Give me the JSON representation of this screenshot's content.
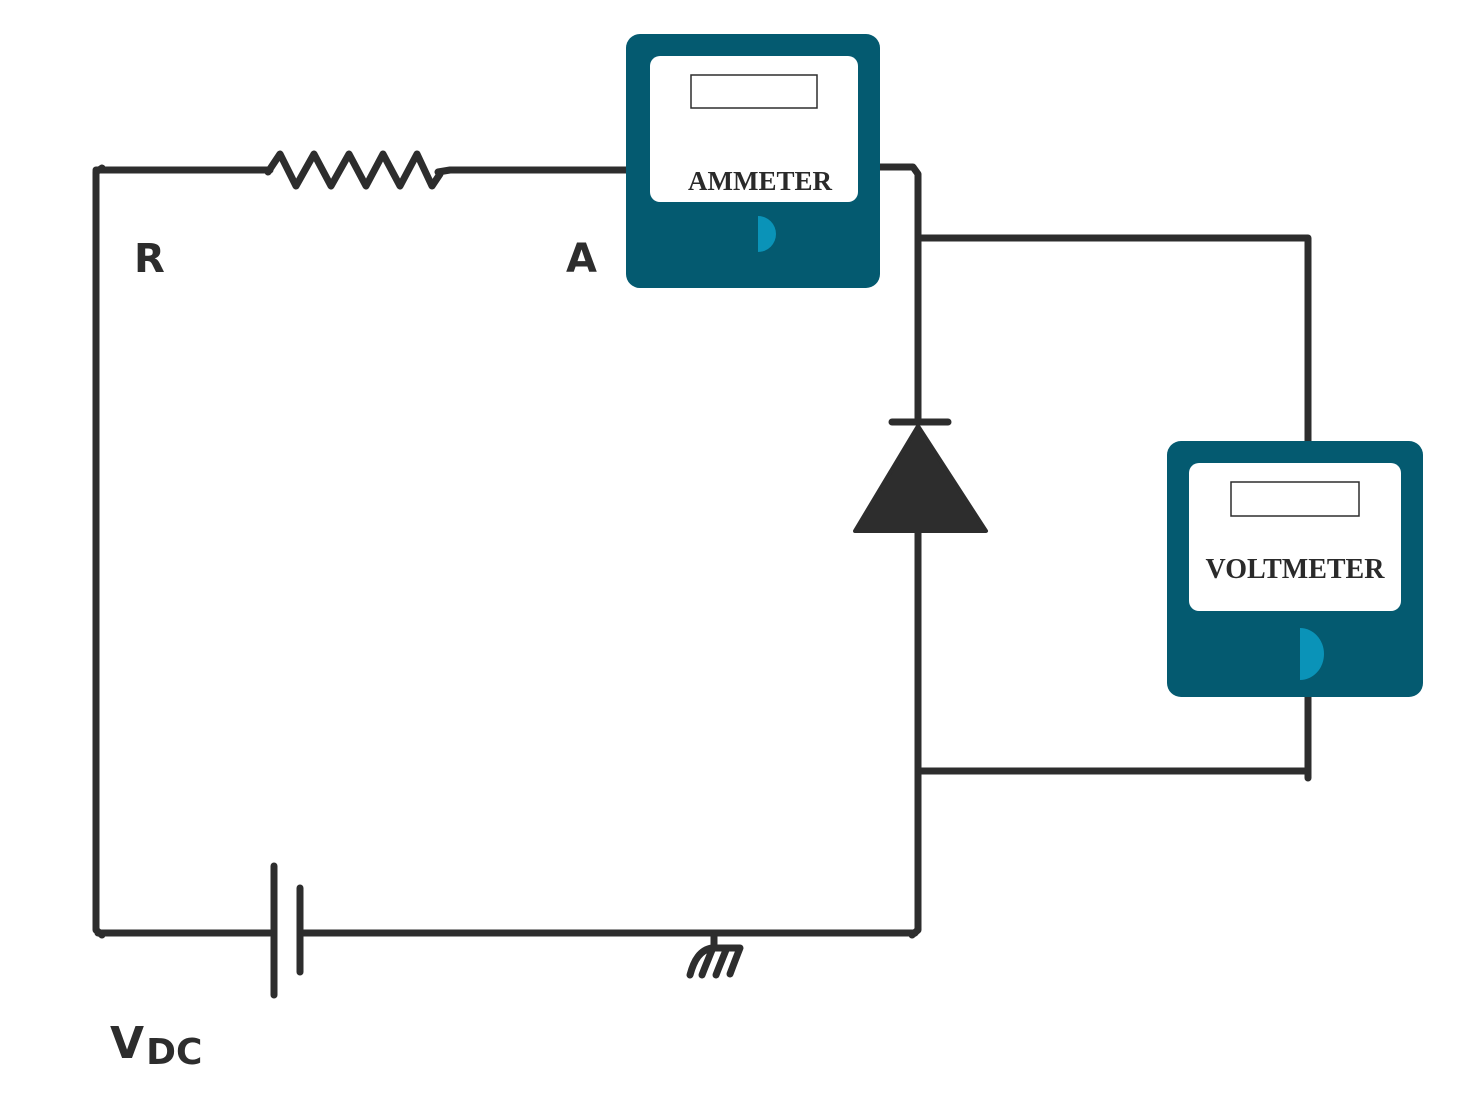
{
  "diagram": {
    "labels": {
      "resistor": "R",
      "ammeter_node": "A",
      "source_main": "V",
      "source_sub": "DC"
    },
    "ammeter": {
      "label": "AMMETER"
    },
    "voltmeter": {
      "label": "VOLTMETER"
    },
    "colors": {
      "wire": "#2d2d2d",
      "meter_case": "#045a70",
      "meter_knob": "#0a93b8",
      "background": "#ffffff"
    },
    "icons": [
      "resistor-icon",
      "diode-icon",
      "battery-icon",
      "ground-icon",
      "meter-knob-icon"
    ]
  }
}
